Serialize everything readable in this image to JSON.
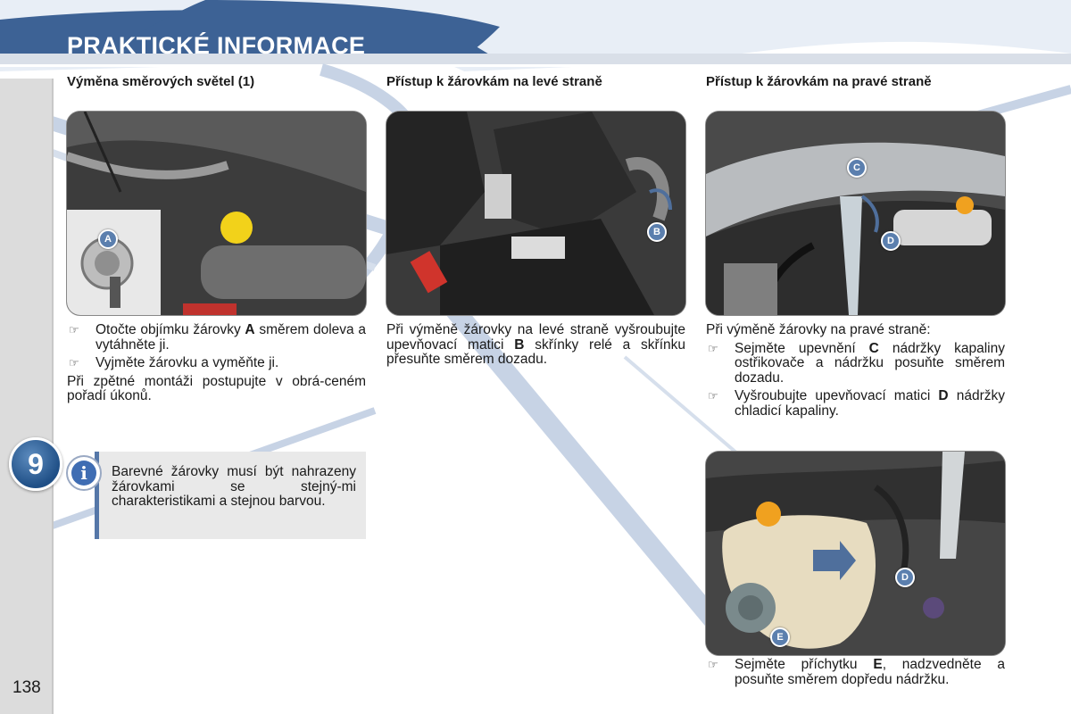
{
  "header": {
    "title": "PRAKTICKÉ INFORMACE"
  },
  "chapter": {
    "number": "9"
  },
  "page": {
    "number": "138"
  },
  "columns": [
    {
      "heading": "Výměna směrových světel (1)",
      "photo_marker": "A",
      "bullets": [
        {
          "pre": "Otočte objímku žárovky ",
          "bold": "A",
          "post": " směrem doleva a vytáhněte ji."
        },
        {
          "pre": "Vyjměte žárovku a vyměňte ji.",
          "bold": "",
          "post": ""
        }
      ],
      "paragraph": "Při zpětné montáži postupujte v obrá-ceném pořadí úkonů."
    },
    {
      "heading": "Přístup k žárovkám na levé straně",
      "photo_marker": "B",
      "paragraph_pre": "Při výměně žárovky na levé straně vyšroubujte upevňovací matici ",
      "paragraph_bold": "B",
      "paragraph_post": " skřínky relé a skřínku přesuňte směrem dozadu."
    },
    {
      "heading": "Přístup k žárovkám na pravé straně",
      "photo_markers": [
        "C",
        "D"
      ],
      "intro": "Při výměně žárovky na pravé straně:",
      "bullets": [
        {
          "pre": "Sejměte upevnění ",
          "bold": "C",
          "post": " nádržky kapaliny ostřikovače a nádržku posuňte směrem dozadu."
        },
        {
          "pre": "Vyšroubujte upevňovací matici ",
          "bold": "D",
          "post": " nádržky chladicí kapaliny."
        }
      ],
      "second_photo_markers": [
        "D",
        "E"
      ],
      "final_bullet": {
        "pre": "Sejměte příchytku ",
        "bold": "E",
        "post": ", nadzvedněte a posuňte směrem dopředu nádržku."
      }
    }
  ],
  "info": {
    "icon": "info-icon",
    "text": "Barevné žárovky musí být nahrazeny žárovkami se stejný-mi charakteristikami a stejnou barvou."
  },
  "bullet_glyph": "☞",
  "colors": {
    "header_band": "#3d6295",
    "accent": "#5577a8",
    "sidebar": "#dcdcdc"
  }
}
